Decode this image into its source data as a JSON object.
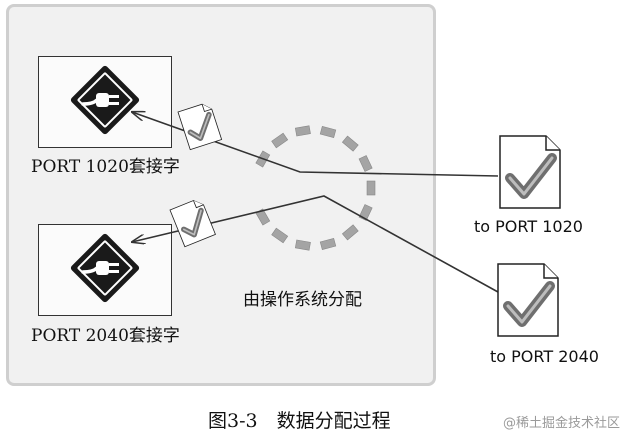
{
  "sockets": [
    {
      "label": "PORT 1020套接字"
    },
    {
      "label": "PORT 2040套接字"
    }
  ],
  "packets": [
    {
      "label": "to PORT 1020"
    },
    {
      "label": "to PORT 2040"
    }
  ],
  "os_label": "由操作系统分配",
  "caption": "图3-3　数据分配过程",
  "watermark": "@稀土掘金技术社区",
  "icons": {
    "socket": "plug-icon",
    "packet": "document-check-icon",
    "dispatch": "spinner-icon"
  },
  "colors": {
    "frame_bg": "#f1f1f1",
    "frame_border": "#cfcfcf",
    "line": "#333333",
    "check": "#6f6f6f",
    "dash": "#9e9e9e"
  }
}
